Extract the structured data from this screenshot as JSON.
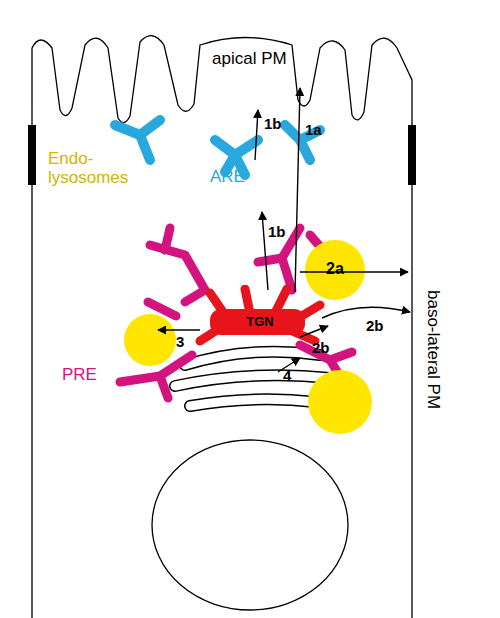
{
  "diagram": {
    "nodes": [
      {
        "text": [
          "TGN"
        ]
      }
    ],
    "labels": [
      "apical PM",
      "1b",
      "1a",
      "ARE",
      "1b",
      "Endo- lysosomes",
      "2a",
      "3",
      "2b",
      "2b",
      "PRE",
      "4",
      "baso-lateral PM"
    ]
  }
}
